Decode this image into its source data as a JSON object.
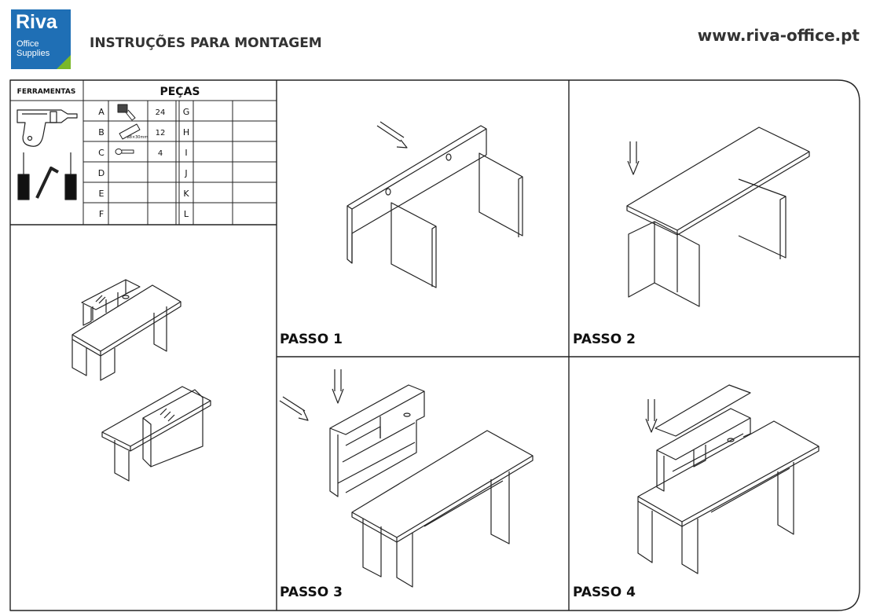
{
  "header": {
    "logo": {
      "line1": "Riva",
      "line2": "Office",
      "line3": "Supplies"
    },
    "title": "INSTRUÇÕES PARA MONTAGEM",
    "url": "www.riva-office.pt"
  },
  "tools": {
    "label": "FERRAMENTAS"
  },
  "parts": {
    "label": "PEÇAS",
    "left": [
      {
        "letter": "A",
        "qty": "24"
      },
      {
        "letter": "B",
        "qty": "12",
        "note": "⌀8×30mm"
      },
      {
        "letter": "C",
        "qty": "4"
      },
      {
        "letter": "D",
        "qty": ""
      },
      {
        "letter": "E",
        "qty": ""
      },
      {
        "letter": "F",
        "qty": ""
      }
    ],
    "right": [
      "G",
      "H",
      "I",
      "J",
      "K",
      "L"
    ]
  },
  "steps": [
    "PASSO 1",
    "PASSO 2",
    "PASSO 3",
    "PASSO 4"
  ],
  "colors": {
    "logo_blue": "#1f6fb5",
    "logo_green": "#7ab829"
  }
}
